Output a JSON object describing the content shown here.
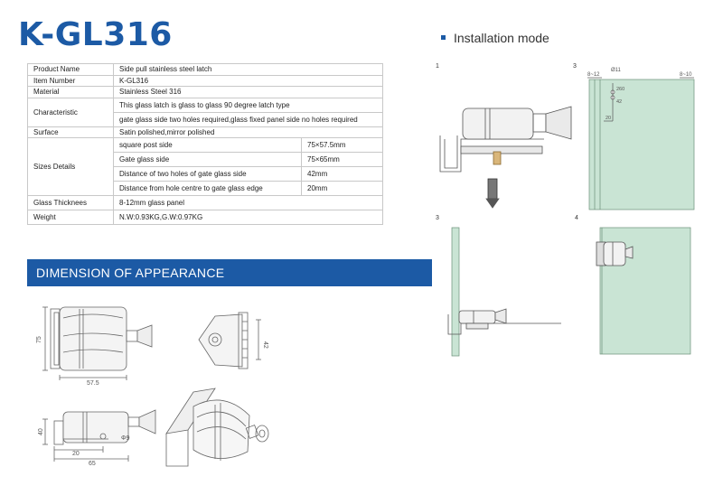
{
  "header": {
    "model_title": "K-GL316",
    "installation_heading": "Installation mode"
  },
  "spec_table": {
    "rows": [
      {
        "label": "Product Name",
        "value": "Side pull stainless steel latch"
      },
      {
        "label": "Item Number",
        "value": "K-GL316"
      },
      {
        "label": "Material",
        "value": "Stainless Steel 316"
      },
      {
        "label": "Characteristic",
        "values": [
          "This glass latch is glass to glass 90 degree latch type",
          "gate glass side two holes required,glass fixed panel side no holes required"
        ]
      },
      {
        "label": "Surface",
        "value": "Satin polished,mirror polished"
      },
      {
        "label": "Sizes Details",
        "subrows": [
          {
            "name": "square post side",
            "value": "75×57.5mm"
          },
          {
            "name": "Gate glass side",
            "value": "75×65mm"
          },
          {
            "name": "Distance of two holes of gate glass side",
            "value": "42mm"
          },
          {
            "name": "Distance from hole centre to gate glass edge",
            "value": "20mm"
          }
        ]
      },
      {
        "label": "Glass Thicknees",
        "value": "8-12mm glass panel"
      },
      {
        "label": "Weight",
        "value": "N.W:0.93KG,G.W:0.97KG"
      }
    ]
  },
  "dimension_section": {
    "heading": "DIMENSION OF APPEARANCE",
    "front_view": {
      "height_label": "75",
      "width_label": "57.5"
    },
    "side_view": {
      "height_label": "42"
    },
    "top_view": {
      "height_label": "40",
      "hole_label": "Φ9",
      "offset_label": "20",
      "width_label": "65"
    }
  },
  "installation_steps": {
    "step1": {
      "number": "1"
    },
    "step2": {
      "number": "3",
      "glass_left_label": "8~12",
      "glass_right_label": "8~10",
      "hole_label": "Ø11",
      "dim_a": "260",
      "dim_b": "42",
      "dim_c": "20"
    },
    "step3": {
      "number": "3"
    },
    "step4": {
      "number": "4"
    }
  },
  "colors": {
    "brand_blue": "#1c5aa5",
    "glass_green": "#c9e4d4",
    "table_border": "#c8c8c8"
  }
}
